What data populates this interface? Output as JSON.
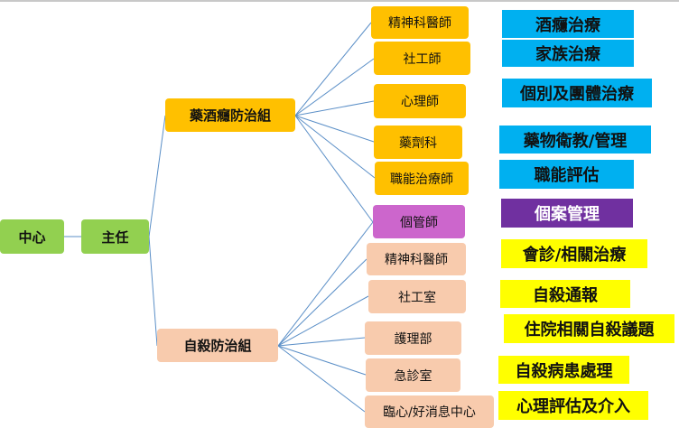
{
  "root": "中心",
  "director": "主任",
  "groups": {
    "addiction": {
      "name": "藥酒癮防治組",
      "members": [
        "精神科醫師",
        "社工師",
        "心理師",
        "藥劑科",
        "職能治療師",
        "個管師"
      ],
      "roles": [
        "酒癮治療",
        "家族治療",
        "個別及團體治療",
        "藥物衛教/管理",
        "職能評估",
        "個案管理"
      ]
    },
    "suicide": {
      "name": "自殺防治組",
      "members": [
        "精神科醫師",
        "社工室",
        "護理部",
        "急診室",
        "臨心/好消息中心"
      ],
      "roles": [
        "會診/相關治療",
        "自殺通報",
        "住院相關自殺議題",
        "自殺病患處理",
        "心理評估及介入"
      ]
    }
  },
  "colors": {
    "root": "#92d050",
    "addiction": "#ffc000",
    "suicide": "#f8cbad",
    "case_manager": "#cc66cc",
    "addiction_roles": "#00b0f0",
    "case_role": "#7030a0",
    "suicide_roles": "#ffff00",
    "link": "#5b8fc7"
  }
}
